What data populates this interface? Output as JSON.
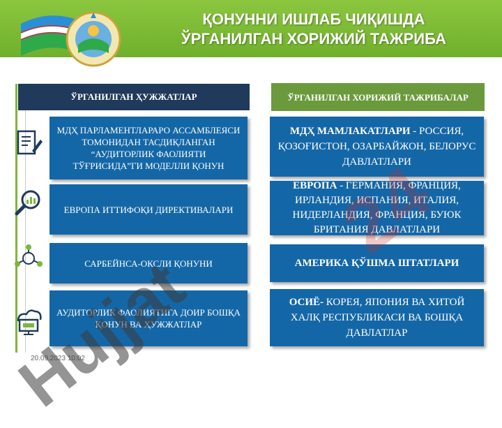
{
  "header": {
    "title_line1": "ҚОНУННИ ИШЛАБ ЧИҚИШДА",
    "title_line2": "ЎРГАНИЛГАН ХОРИЖИЙ ТАЖРИБА"
  },
  "columns": {
    "left_header": "ЎРГАНИЛГАН ҲУЖЖАТЛАР",
    "right_header": "ЎРГАНИЛГАН ХОРИЖИЙ ТАЖРИБАЛАР"
  },
  "left_items": [
    {
      "text": "МДҲ ПАРЛАМЕНТЛАРАРО АССАМБЛЕЯСИ ТОМОНИДАН ТАСДИҚЛАНГАН “АУДИТОРЛИК ФАОЛИЯТИ ТЎҒРИСИДА”ГИ МОДЕЛЛИ ҚОНУН",
      "icon": "document-edit-icon"
    },
    {
      "text": "ЕВРОПА ИТТИФОҚИ ДИРЕКТИВАЛАРИ",
      "icon": "magnifier-chart-icon"
    },
    {
      "text": "САРБЕЙНСА-ОКСЛИ ҚОНУНИ",
      "icon": "people-network-icon"
    },
    {
      "text": "АУДИТОРЛИК ФАОЛИЯТИГА ДОИР БОШҚА ҚОНУН ВА ҲУЖЖАТЛАР",
      "icon": "cloud-monitor-icon"
    }
  ],
  "right_items": [
    {
      "bold": "МДҲ МАМЛАКАТЛАРИ",
      "rest": " - РОССИЯ, ҚОЗОҒИСТОН, ОЗАРБАЙЖОН, БЕЛОРУС ДАВЛАТЛАРИ"
    },
    {
      "bold": "ЕВРОПА",
      "rest": " - ГЕРМАНИЯ, ФРАНЦИЯ, ИРЛАНДИЯ, ИСПАНИЯ, ИТАЛИЯ, НИДЕРЛАНДИЯ, ФРАНЦИЯ, БУЮК БРИТАНИЯ ДАВЛАТЛАРИ"
    },
    {
      "bold": "АМЕРИКА ҚЎШМА ШТАТЛАРИ",
      "rest": ""
    },
    {
      "bold": "ОСИЁ-",
      "rest": " КОРЕЯ, ЯПОНИЯ ВА ХИТОЙ ХАЛҚ РЕСПУБЛИКАСИ ВА БОШҚА ДАВЛАТЛАР"
    }
  ],
  "footer": {
    "date": "20.09.2023 10:02"
  },
  "watermark": {
    "text": "Hujjat",
    "accent_text": "24"
  },
  "colors": {
    "header_green": "#7cbf35",
    "box_blue": "#1467a7",
    "left_header": "#1f3a5a",
    "right_header": "#6a9a3b"
  }
}
